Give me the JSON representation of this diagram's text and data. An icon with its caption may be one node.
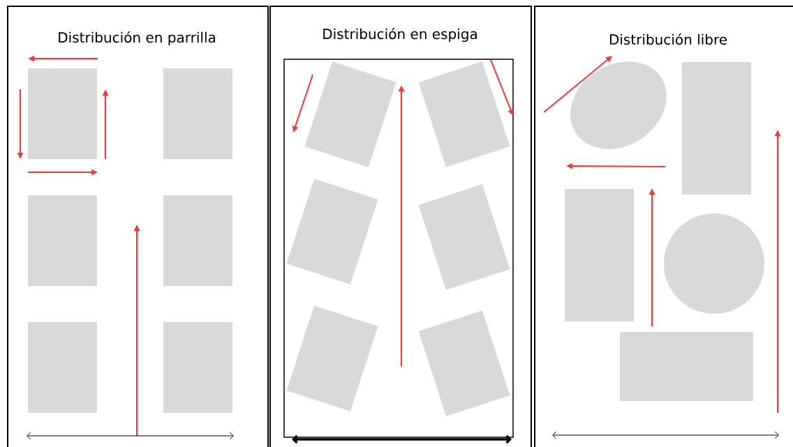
{
  "diagram": {
    "nodes": [
      {
        "text": [
          "Distribución en parrilla"
        ]
      },
      {
        "text": [],
        "shape": "box",
        "in": 0
      },
      {
        "text": [],
        "shape": "box",
        "in": 0
      },
      {
        "text": [],
        "shape": "box",
        "in": 0
      },
      {
        "text": [],
        "shape": "box",
        "in": 0
      },
      {
        "text": [],
        "shape": "box",
        "in": 0
      },
      {
        "text": [],
        "shape": "box",
        "in": 0
      },
      {
        "text": [
          "Distribución en espiga"
        ]
      },
      {
        "text": [],
        "shape": "box",
        "in": 7
      },
      {
        "text": [],
        "shape": "box",
        "in": 8
      },
      {
        "text": [],
        "shape": "box",
        "in": 8
      },
      {
        "text": [],
        "shape": "box",
        "in": 8
      },
      {
        "text": [],
        "shape": "box",
        "in": 8
      },
      {
        "text": [],
        "shape": "box",
        "in": 8
      },
      {
        "text": [],
        "shape": "box",
        "in": 8
      },
      {
        "text": [
          "Distribución libre"
        ]
      },
      {
        "text": [],
        "shape": "ellipse",
        "in": 15
      },
      {
        "text": [],
        "shape": "box",
        "in": 15
      },
      {
        "text": [],
        "shape": "box",
        "in": 15
      },
      {
        "text": [],
        "shape": "circle",
        "in": 15
      },
      {
        "text": [],
        "shape": "box",
        "in": 15
      }
    ]
  }
}
